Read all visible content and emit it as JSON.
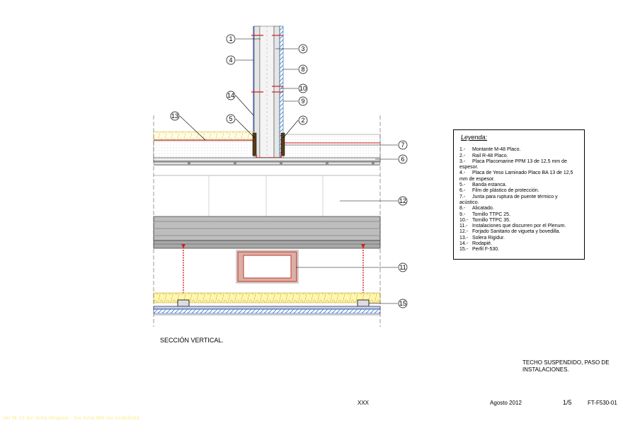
{
  "callouts": [
    "1",
    "2",
    "3",
    "4",
    "5",
    "6",
    "7",
    "8",
    "9",
    "10",
    "11",
    "12",
    "13",
    "14",
    "15"
  ],
  "legend": {
    "title": "Leyenda:",
    "items": [
      {
        "num": "1.-",
        "text": "Montante M-48 Placo."
      },
      {
        "num": "2.-",
        "text": "Rail R-48 Placo."
      },
      {
        "num": "3.-",
        "text": "Placa Placomarine PPM 13 de 12,5 mm de espesor."
      },
      {
        "num": "4.-",
        "text": "Placa de Yeso Laminado Placo BA 13  de 12,5 mm de espesor."
      },
      {
        "num": "5.-",
        "text": "Banda estanca."
      },
      {
        "num": "6.-",
        "text": "Film de plástico de protección."
      },
      {
        "num": "7.-",
        "text": "Junta para ruptura de puente térmico y acústico."
      },
      {
        "num": "8.-",
        "text": "Alicatado."
      },
      {
        "num": "9.-",
        "text": "Tornillo TTPC 25."
      },
      {
        "num": "10.-",
        "text": "Tornillo TTPC 35."
      },
      {
        "num": "11.-",
        "text": "Instalaciones que discurren por el Plenum."
      },
      {
        "num": "12.-",
        "text": "Forjado Sanitario de vigueta y bovedilla."
      },
      {
        "num": "13.-",
        "text": "Solera Rigidur."
      },
      {
        "num": "14.-",
        "text": "Rodapié."
      },
      {
        "num": "15.-",
        "text": "Perfil F-530."
      }
    ]
  },
  "section_title": "SECCIÓN VERTICAL.",
  "sheet_title": "TECHO SUSPENDIDO, PASO DE INSTALACIONES.",
  "footer": {
    "project": "XXX",
    "date": "Agosto 2012",
    "page": "1/5",
    "code": "FT-F530-01"
  },
  "watermark": "Ver M-15 Sin ficha Ninguno - Sin ficha M/k sin Undefined"
}
